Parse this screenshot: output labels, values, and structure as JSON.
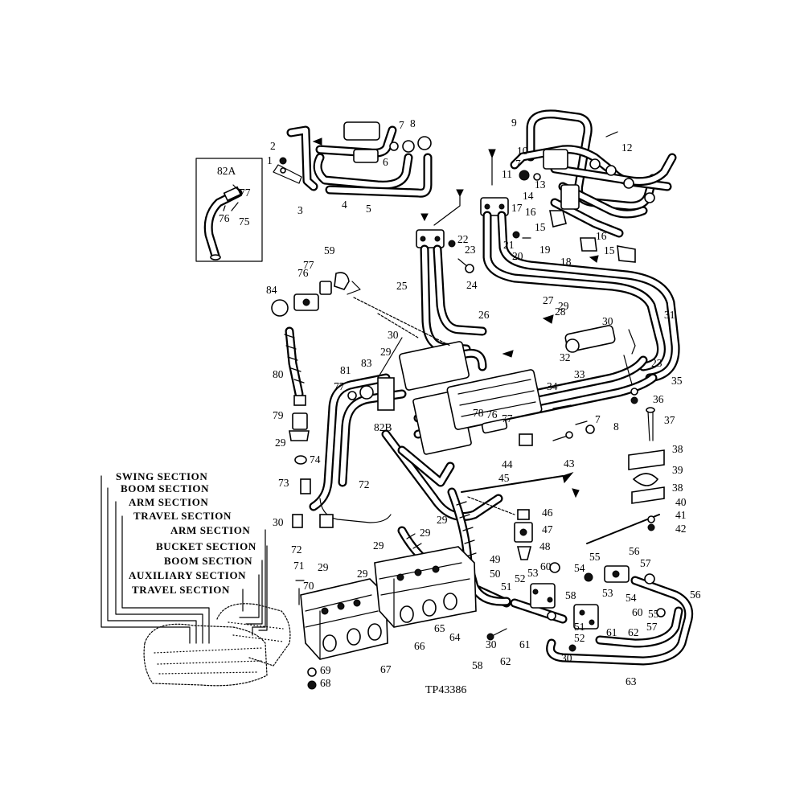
{
  "figure": {
    "code": "TP43386",
    "inset_labels": [
      "82A",
      "77",
      "76",
      "75"
    ]
  },
  "sections_left": [
    "SWING SECTION",
    "BOOM SECTION",
    "ARM SECTION",
    "TRAVEL SECTION"
  ],
  "sections_right": [
    "ARM SECTION",
    "BUCKET SECTION",
    "BOOM SECTION",
    "AUXILIARY SECTION",
    "TRAVEL SECTION"
  ],
  "callouts": {
    "top": [
      "1",
      "2",
      "3",
      "4",
      "5",
      "6",
      "7",
      "8"
    ],
    "upper_right": [
      "9",
      "10",
      "7",
      "11",
      "12",
      "13",
      "14",
      "15",
      "16",
      "17",
      "16",
      "15",
      "18",
      "19",
      "20",
      "21",
      "22",
      "23",
      "24"
    ],
    "middle": [
      "25",
      "26",
      "27",
      "28",
      "29",
      "30",
      "31",
      "32",
      "33",
      "34",
      "35",
      "23",
      "36",
      "59",
      "76",
      "77",
      "84",
      "30",
      "29",
      "81",
      "83",
      "77",
      "80",
      "82B",
      "79",
      "29"
    ],
    "right_side": [
      "7",
      "8",
      "37",
      "38",
      "39",
      "38",
      "40",
      "41",
      "42",
      "78",
      "76",
      "77",
      "44",
      "43",
      "45"
    ],
    "lower": [
      "73",
      "74",
      "72",
      "30",
      "72",
      "71",
      "70",
      "29",
      "29",
      "29",
      "29",
      "29",
      "46",
      "47",
      "48",
      "49",
      "50",
      "51",
      "52",
      "53",
      "60",
      "54",
      "55",
      "56",
      "57",
      "58",
      "65",
      "64",
      "66",
      "67",
      "69",
      "68",
      "30",
      "58",
      "61",
      "62",
      "51",
      "52",
      "30",
      "53",
      "60",
      "61",
      "62",
      "54",
      "55",
      "57",
      "56",
      "63"
    ]
  }
}
